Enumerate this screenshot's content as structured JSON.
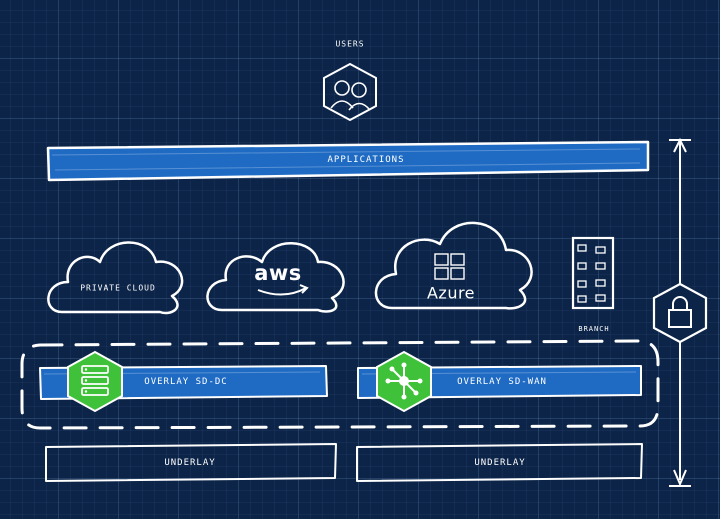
{
  "labels": {
    "users": "USERS",
    "applications": "APPLICATIONS",
    "private_cloud": "PRIVATE CLOUD",
    "aws": "aws",
    "azure": "Azure",
    "branch": "BRANCH",
    "overlay_sd_dc": "OVERLAY SD-DC",
    "overlay_sd_wan": "OVERLAY SD-WAN",
    "underlay_left": "UNDERLAY",
    "underlay_right": "UNDERLAY"
  },
  "colors": {
    "background": "#0c2447",
    "bar_blue": "#1f6bc4",
    "accent_green": "#3fc23a",
    "line_white": "#ffffff"
  },
  "icons": {
    "users": "users-hexagon-icon",
    "azure": "azure-windows-logo-icon",
    "aws": "aws-logo-icon",
    "branch": "building-icon",
    "lock": "lock-hexagon-icon",
    "sd_dc": "server-stack-hexagon-icon",
    "sd_wan": "network-hub-hexagon-icon"
  }
}
